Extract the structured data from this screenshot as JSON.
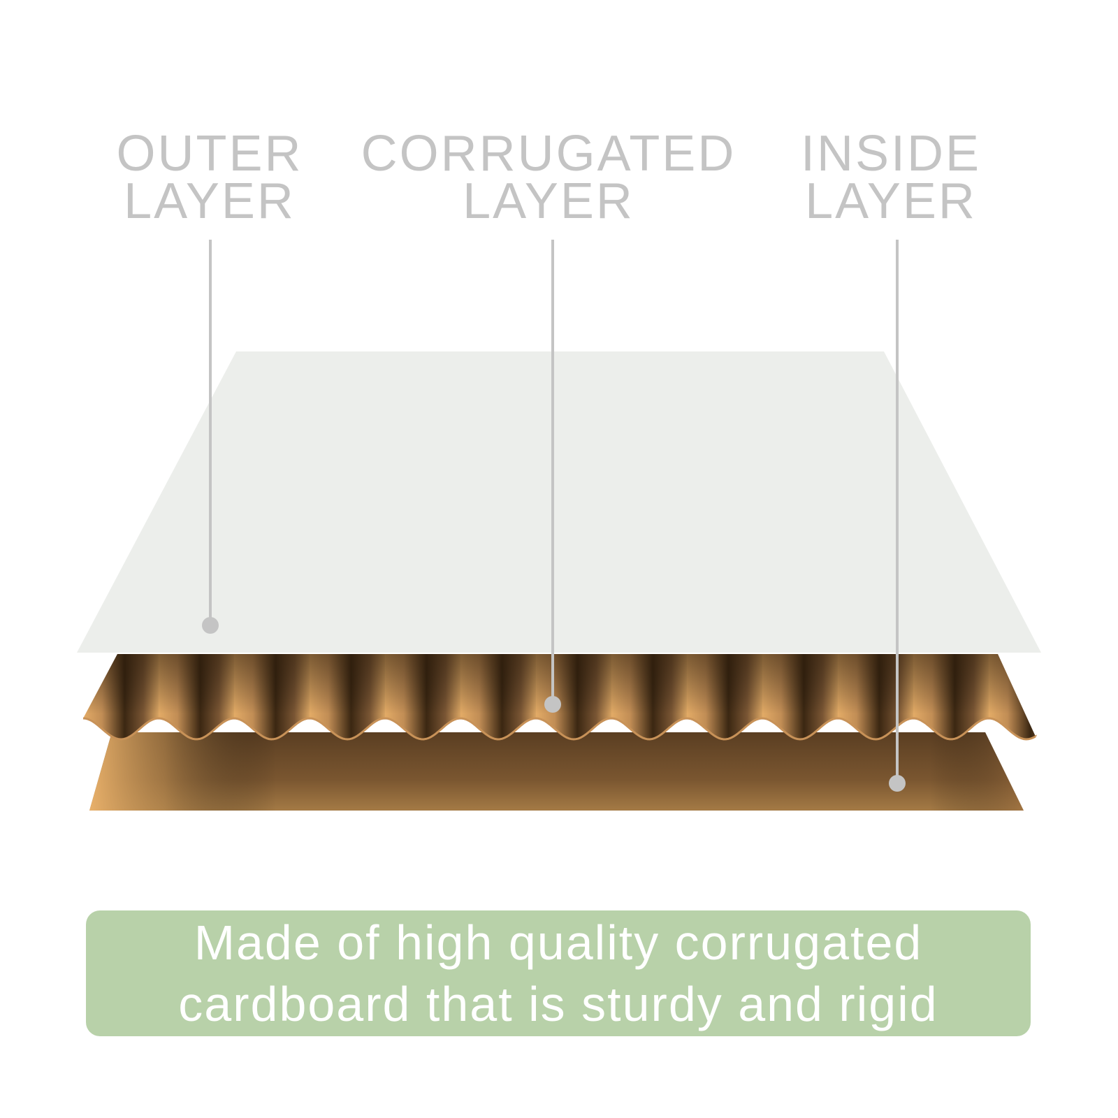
{
  "labels": {
    "outer": {
      "line1": "OUTER",
      "line2": "LAYER"
    },
    "corrugated": {
      "line1": "CORRUGATED",
      "line2": "LAYER"
    },
    "inside": {
      "line1": "INSIDE",
      "line2": "LAYER"
    }
  },
  "banner": {
    "line1": "Made of high quality corrugated",
    "line2": "cardboard that is sturdy and rigid"
  },
  "colors": {
    "label_text": "#c4c4c4",
    "leader_line": "#c4c4c4",
    "outer_sheet": "#eceeeb",
    "cardboard_light": "#e8b06a",
    "cardboard_dark": "#3a2612",
    "banner_background": "#b8d1a9",
    "banner_text": "#ffffff"
  }
}
